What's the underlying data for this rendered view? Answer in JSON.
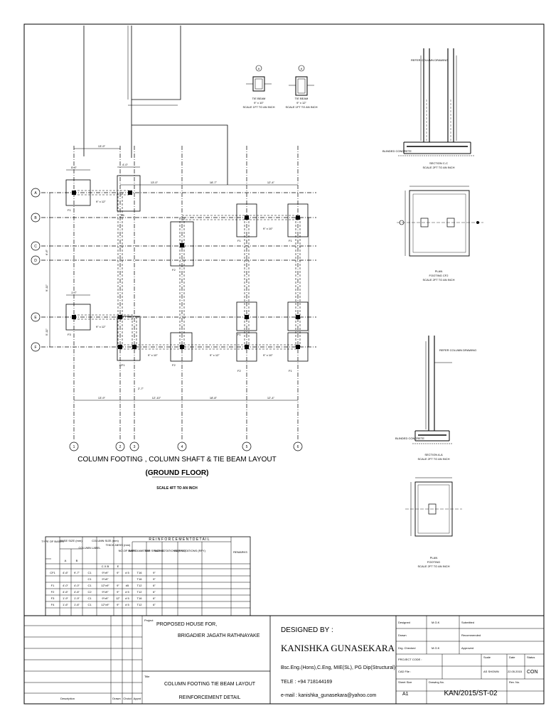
{
  "plan": {
    "title": "COLUMN FOOTING , COLUMN SHAFT & TIE BEAM LAYOUT",
    "subtitle": "(GROUND FLOOR)",
    "scale": "SCALE 4FT TO AN INCH",
    "grid_rows": [
      "A",
      "B",
      "C",
      "D",
      "E",
      "F"
    ],
    "grid_cols": [
      "1",
      "2",
      "3",
      "4",
      "5",
      "6"
    ],
    "top_dims": [
      "13'-9\"",
      "13'-0\"",
      "18'-7\"",
      "12'-4\""
    ],
    "bottom_dims": [
      "13'-9\"",
      "12'-10\"",
      "18'-8\"",
      "12'-4\""
    ],
    "left_dims": [
      "6'-6\"",
      "9'-11\"",
      "5'-11\""
    ],
    "base_labels": [
      "F1",
      "F4",
      "F2",
      "F1",
      "F1",
      "CF1",
      "F3",
      "F2",
      "F1",
      "F2",
      "F1"
    ],
    "beam_labels": [
      "9\" x 12\"",
      "9\" x 10\"",
      "9\" x 12\"",
      "9\" x 10\"",
      "9\" x 12\"",
      "9\" x 10\""
    ],
    "small_dims": [
      "5'-0\"",
      "4'-0\"",
      "1'-7\"",
      "2'-7\""
    ]
  },
  "tie_beams": [
    {
      "label": "TIE BEAM",
      "size": "9\" x 10\"",
      "scale": "SCALE 1FT TO AN INCH",
      "marker": "A"
    },
    {
      "label": "TIE BEAM",
      "size": "9\" x 12\"",
      "scale": "SCALE 1FT TO AN INCH",
      "marker": "A"
    }
  ],
  "details": {
    "section_cc": "SECTION C-C",
    "section_cc_scale": "SCALE 2FT TO AN INCH",
    "plan_cf2": "PLAN",
    "plan_cf2_sub": "FOOTING CF2",
    "plan_cf2_scale": "SCALE 2FT TO AN INCH",
    "section_aa": "SECTION A-A",
    "section_aa_scale": "SCALE 2FT TO AN INCH",
    "plan_f": "PLAN",
    "plan_f_sub": "FOOTING",
    "plan_f_scale": "SCALE 2FT TO AN INCH",
    "note_left": "BLINDED CONCRETE",
    "note_bar": "REFER COLUMN DRAWING"
  },
  "schedule": {
    "h_type": "TYPE OF BASES",
    "h_base": "BASE SIZE (mm)",
    "h_a": "A",
    "h_b": "B",
    "h_label": "COLUMN LABEL",
    "h_csize": "COLUMN SIZE (mm)",
    "h_cxb": "C X B",
    "h_thick": "THICK-NESS (mm)",
    "h_e": "E",
    "h_reinf": "R E I N F O R C E M E N T     D E T A I L",
    "h_nob": "NO.OF BARS",
    "h_dia": "BAR DIAMETER",
    "h_sp": "BAR SPACING",
    "h_nx": "BAR NOTATIONS (RFX)",
    "h_ny": "BAR NOTATIONS (RFY)",
    "h_rem": "REMARKS",
    "rows": [
      [
        "CF1",
        "4'-6\"",
        "9'-7\"",
        "C1",
        "9\"x9\"",
        "9\"",
        "# 5",
        "T16",
        "9\""
      ],
      [
        "",
        "",
        "",
        "C1",
        "9\"x9\"",
        "",
        "",
        "T16",
        "9\""
      ],
      [
        "F1",
        "4'-0\"",
        "4'-0\"",
        "C1",
        "12\"x9\"",
        "9\"",
        "#5",
        "T12",
        "6\""
      ],
      [
        "F2",
        "4'-6\"",
        "4'-6\"",
        "C2",
        "9\"x9\"",
        "9\"",
        "# 5",
        "T12",
        "6\""
      ],
      [
        "F3",
        "1'-9\"",
        "1'-9\"",
        "C1",
        "9\"x9\"",
        "12\"",
        "# 5",
        "T16",
        "6\""
      ],
      [
        "F4",
        "1'-6\"",
        "1'-6\"",
        "C1",
        "12\"x9\"",
        "9\"",
        "# 5",
        "T12",
        "6\""
      ]
    ]
  },
  "titleblock": {
    "description": "Description",
    "drawn": "Drawn",
    "chckd": "Chckd",
    "apprd": "Apprd",
    "project_label": "Project",
    "project_line1": "PROPOSED HOUSE FOR,",
    "project_line2": "BRIGADIER JAGATH RATHNAYAKE",
    "title_label": "Title",
    "title_line1": "COLUMN FOOTING TIE BEAM LAYOUT",
    "title_line2": "REINFORCEMENT DETAIL",
    "designed_by": "DESIGNED  BY :",
    "designer": "KANISHKA GUNASEKARA",
    "quals": "Bsc.Eng.(Hons),C.Eng, MIE(SL), PG Dip(Structural)",
    "tele": "TELE : +94  718144169",
    "email": "e-mail : kanishka_gunasekara@yahoo.com",
    "designed": "Designed",
    "designed_v": "M.G.K",
    "drawn2": "Drawn",
    "drg_checked": "Drg. Checked",
    "drg_checked_v": "M.G.K",
    "submitted": "Submitted",
    "recommended": "Recommended",
    "approved": "Approved",
    "project_code": "PROJECT CODE :",
    "cad_file": "CAD File :",
    "scale": "Scale",
    "scale_v": "AS SHOWN",
    "date": "Date",
    "date_v": "22.05.2015",
    "status": "Status",
    "status_v": "CON",
    "sheet_size": "Sheet Size",
    "sheet_v": "A1",
    "drawing_no": "Drawing No.",
    "drawing_v": "KAN/2015/ST-02",
    "rev": "Rev. No."
  }
}
